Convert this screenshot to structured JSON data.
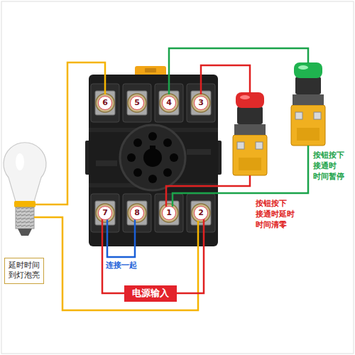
{
  "diagram": {
    "nodes": [
      {
        "text": [
          "6"
        ]
      },
      {
        "text": [
          "5"
        ]
      },
      {
        "text": [
          "4"
        ]
      },
      {
        "text": [
          "3"
        ]
      },
      {
        "text": [
          "7"
        ]
      },
      {
        "text": [
          "8"
        ]
      },
      {
        "text": [
          "1"
        ]
      },
      {
        "text": [
          "2"
        ]
      },
      {
        "text": [
          "延时时间 到灯泡亮"
        ]
      },
      {
        "text": [
          "电源输入"
        ]
      }
    ],
    "edges": [
      {
        "from": 4,
        "to": 5,
        "arrow": "none",
        "label": "连接一起"
      },
      {
        "from": 4,
        "to": 9,
        "arrow": "none"
      },
      {
        "from": 7,
        "to": 9,
        "arrow": "none"
      }
    ],
    "labels": [
      "按钮按下 接通时延时 时间清零",
      "按钮按下 接通时 时间暂停"
    ]
  }
}
